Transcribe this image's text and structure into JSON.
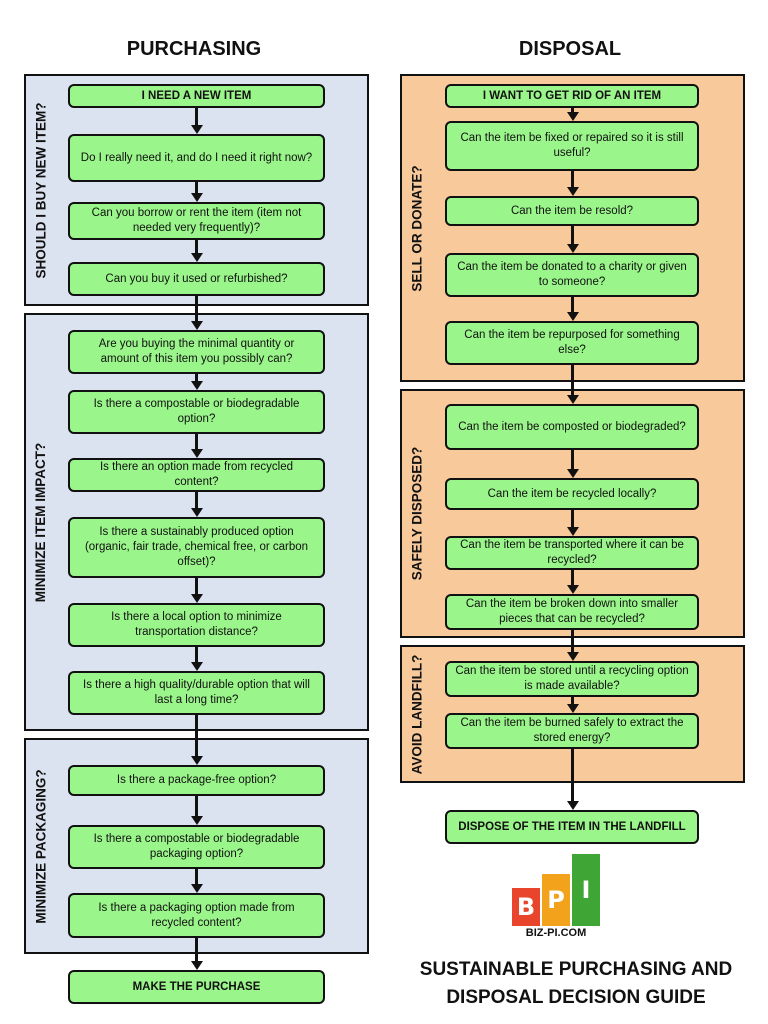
{
  "purchasing": {
    "title": "PURCHASING",
    "sections": [
      {
        "label": "SHOULD I BUY NEW ITEM?"
      },
      {
        "label": "MINIMIZE ITEM IMPACT?"
      },
      {
        "label": "MINIMIZE PACKAGING?"
      }
    ],
    "steps": [
      "I NEED A NEW ITEM",
      "Do I really need it, and do I need it right now?",
      "Can you borrow or rent the item (item not needed very frequently)?",
      "Can you buy it used or refurbished?",
      "Are you buying the minimal quantity or amount of this item you possibly can?",
      "Is there a compostable or biodegradable option?",
      "Is there an option made from recycled content?",
      "Is there a sustainably produced option (organic, fair trade, chemical free, or carbon offset)?",
      "Is there a local option to minimize transportation distance?",
      "Is there a high quality/durable option that will last a long time?",
      "Is there a package-free option?",
      "Is there a compostable or biodegradable packaging option?",
      "Is there a packaging option made from recycled content?",
      "MAKE THE PURCHASE"
    ]
  },
  "disposal": {
    "title": "DISPOSAL",
    "sections": [
      {
        "label": "SELL OR DONATE?"
      },
      {
        "label": "SAFELY DISPOSED?"
      },
      {
        "label": "AVOID LANDFILL?"
      }
    ],
    "steps": [
      "I WANT TO GET RID OF AN ITEM",
      "Can the item be fixed or repaired so it is still useful?",
      "Can the item be resold?",
      "Can the item be donated to a charity or given to someone?",
      "Can the item be repurposed for something else?",
      "Can the item be composted or biodegraded?",
      "Can the item be recycled locally?",
      "Can the item be transported where it can be recycled?",
      "Can the item be broken down into smaller pieces that can be recycled?",
      "Can the item be stored until a recycling option is made available?",
      "Can the item be burned safely to extract the stored energy?",
      "DISPOSE OF THE ITEM IN THE LANDFILL"
    ]
  },
  "logo": {
    "letters": [
      "B",
      "P",
      "I"
    ],
    "colors": [
      "#e8452c",
      "#f2a31b",
      "#3fa535"
    ],
    "url": "BIZ-PI.COM"
  },
  "guide_title": "SUSTAINABLE PURCHASING AND DISPOSAL DECISION GUIDE"
}
